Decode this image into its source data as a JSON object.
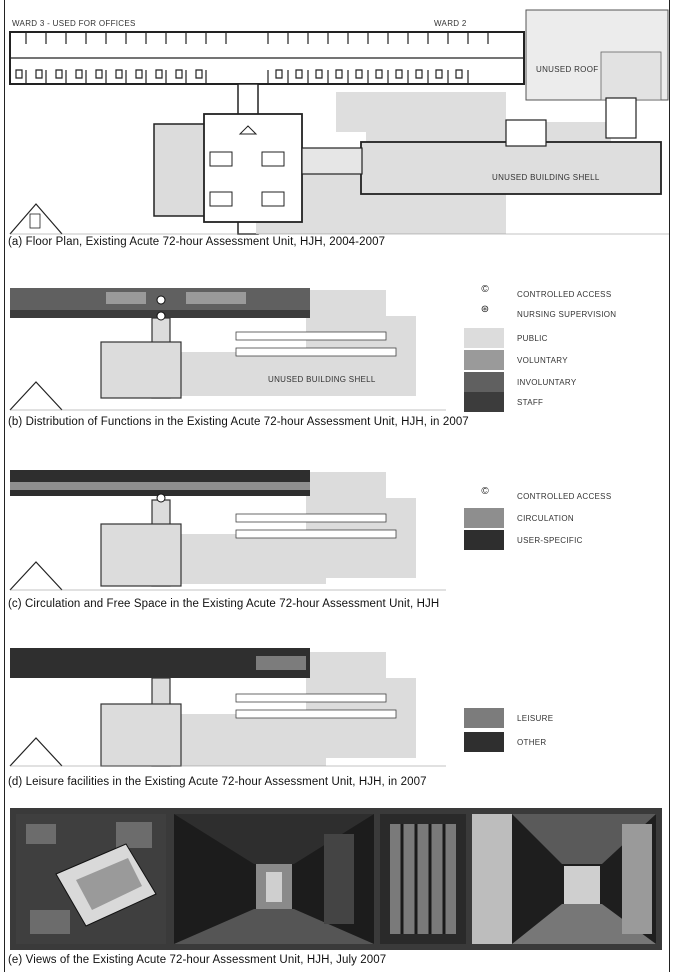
{
  "colors": {
    "public": "#dcdcdc",
    "voluntary": "#9a9a9a",
    "involuntary": "#606060",
    "staff": "#3c3c3c",
    "circulation": "#8e8e8e",
    "user_specific": "#2e2e2e",
    "leisure": "#7c7c7c",
    "other": "#2f2f2f"
  },
  "panel_a": {
    "ward3_label": "WARD 3 - USED FOR OFFICES",
    "ward2_label": "WARD 2",
    "unused_roof_label": "UNUSED ROOF",
    "unused_shell_label": "UNUSED BUILDING SHELL",
    "caption": "(a) Floor Plan, Existing Acute 72-hour Assessment Unit, HJH, 2004-2007"
  },
  "panel_b": {
    "shell_label": "UNUSED BUILDING SHELL",
    "caption": "(b) Distribution of Functions in the Existing Acute 72-hour Assessment Unit, HJH, in 2007",
    "legend": [
      {
        "symbol": "©",
        "label": "CONTROLLED ACCESS"
      },
      {
        "symbol": "⊛",
        "label": "NURSING SUPERVISION"
      },
      {
        "label": "PUBLIC",
        "color": "#dcdcdc"
      },
      {
        "label": "VOLUNTARY",
        "color": "#9a9a9a"
      },
      {
        "label": "INVOLUNTARY",
        "color": "#606060"
      },
      {
        "label": "STAFF",
        "color": "#3c3c3c"
      }
    ]
  },
  "panel_c": {
    "caption": "(c) Circulation and Free Space in the Existing Acute 72-hour Assessment Unit, HJH",
    "legend": [
      {
        "symbol": "©",
        "label": "CONTROLLED ACCESS"
      },
      {
        "label": "CIRCULATION",
        "color": "#8e8e8e"
      },
      {
        "label": "USER-SPECIFIC",
        "color": "#2e2e2e"
      }
    ]
  },
  "panel_d": {
    "caption": "(d) Leisure facilities in the Existing Acute 72-hour Assessment Unit, HJH, in 2007",
    "legend": [
      {
        "label": "LEISURE",
        "color": "#7c7c7c"
      },
      {
        "label": "OTHER",
        "color": "#2f2f2f"
      }
    ]
  },
  "panel_e": {
    "caption": "(e) Views of the Existing Acute 72-hour Assessment Unit, HJH, July 2007",
    "photos": [
      "aerial-photo",
      "corridor-photo",
      "secure-door-photo",
      "hallway-photo"
    ]
  }
}
